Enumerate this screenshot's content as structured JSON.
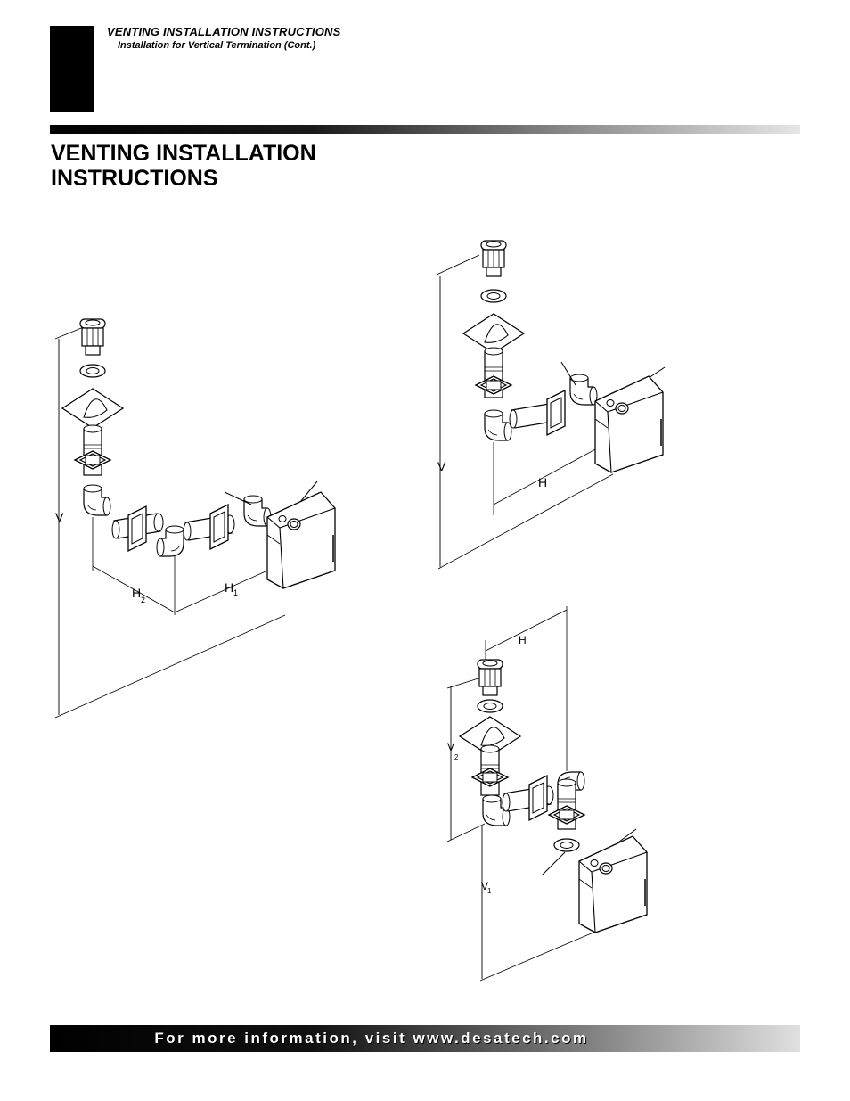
{
  "header": {
    "section_title": "VENTING INSTALLATION INSTRUCTIONS",
    "subtitle": "Installation for Vertical Termination (Cont.)"
  },
  "page_title": "VENTING INSTALLATION INSTRUCTIONS",
  "figures": {
    "left": {
      "label_v": "V",
      "label_h2": "H",
      "label_h2_sub": "2",
      "label_h1": "H",
      "label_h1_sub": "1"
    },
    "top_right": {
      "label_v": "V",
      "label_h": "H"
    },
    "bottom_right": {
      "label_h": "H",
      "label_v2": "V",
      "label_v2_sub": "2",
      "label_v1": "V",
      "label_v1_sub": "1"
    }
  },
  "footer": {
    "text": "For more information, visit www.desatech.com"
  }
}
